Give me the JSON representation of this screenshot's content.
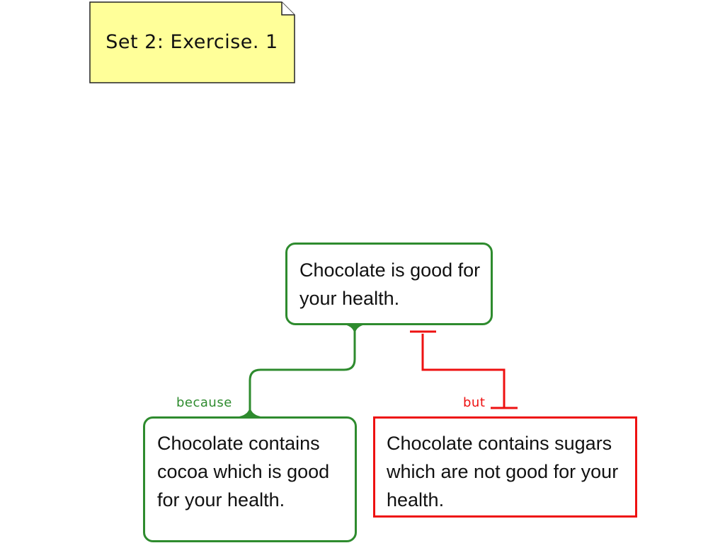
{
  "note": {
    "title": "Set 2: Exercise. 1",
    "fill_color": "#ffff99",
    "border_color": "#222222"
  },
  "claim": {
    "text": "Chocolate is good for your health.",
    "border_color": "#2e8b2e"
  },
  "reason": {
    "label": "because",
    "text": "Chocolate contains cocoa which is good for your health.",
    "color": "#2e8b2e"
  },
  "objection": {
    "label": "but",
    "text": "Chocolate contains sugars which are not good for your health.",
    "color": "#ee1111"
  }
}
